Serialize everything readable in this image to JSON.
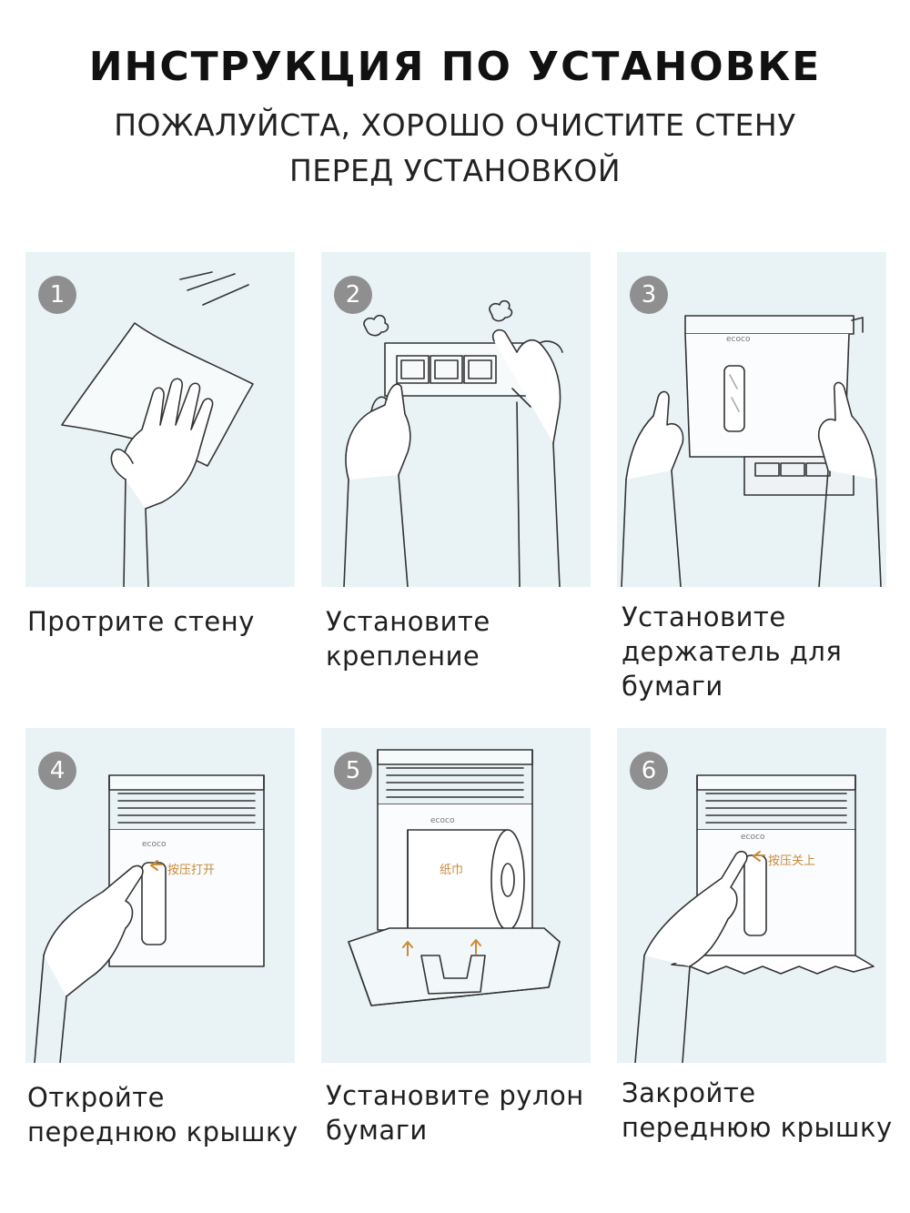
{
  "header": {
    "title": "ИНСТРУКЦИЯ ПО УСТАНОВКЕ",
    "subtitle_line1": "ПОЖАЛУЙСТА, ХОРОШО ОЧИСТИТЕ СТЕНУ",
    "subtitle_line2": "ПЕРЕД УСТАНОВКОЙ"
  },
  "steps": [
    {
      "number": "1",
      "caption": "Протрите стену"
    },
    {
      "number": "2",
      "caption": "Установите\nкрепление"
    },
    {
      "number": "3",
      "caption": "Установите\nдержатель для\nбумаги"
    },
    {
      "number": "4",
      "caption": "Откройте\nпереднюю крышку",
      "label": "按压打开"
    },
    {
      "number": "5",
      "caption": "Установите рулон\nбумаги",
      "label": "纸巾"
    },
    {
      "number": "6",
      "caption": "Закройте\nпереднюю крышку",
      "label": "按压关上"
    }
  ],
  "brand": {
    "logo_text": "ecoco"
  },
  "colors": {
    "panel_bg": "#e9f3f6",
    "badge": "#8f8f8f",
    "accent": "#c98a3a"
  }
}
